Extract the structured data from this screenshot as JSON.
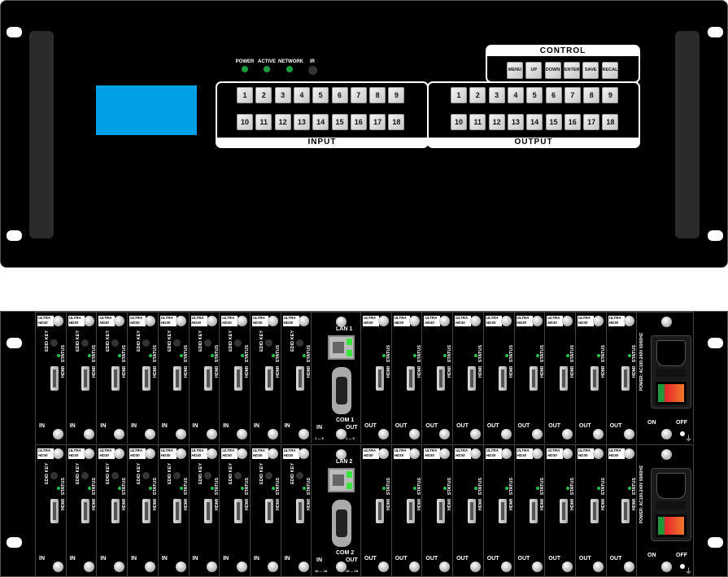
{
  "front": {
    "indicators": [
      {
        "label": "POWER",
        "color": "#1a9e3f"
      },
      {
        "label": "ACTIVE",
        "color": "#1a9e3f"
      },
      {
        "label": "NETWORK",
        "color": "#1a9e3f"
      },
      {
        "label": "IR",
        "color": "#333333"
      }
    ],
    "lcd_color": "#00a0e6",
    "input": {
      "title": "INPUT",
      "buttons": [
        "1",
        "2",
        "3",
        "4",
        "5",
        "6",
        "7",
        "8",
        "9",
        "10",
        "11",
        "12",
        "13",
        "14",
        "15",
        "16",
        "17",
        "18"
      ]
    },
    "output": {
      "title": "OUTPUT",
      "buttons": [
        "1",
        "2",
        "3",
        "4",
        "5",
        "6",
        "7",
        "8",
        "9",
        "10",
        "11",
        "12",
        "13",
        "14",
        "15",
        "16",
        "17",
        "18"
      ]
    },
    "control": {
      "title": "CONTROL",
      "buttons": [
        "MENU",
        "UP",
        "DOWN",
        "ENTER",
        "SAVE",
        "RECALL"
      ]
    }
  },
  "rear": {
    "card": {
      "badge_line1": "ULTRA",
      "badge_line2": "HD30",
      "edid": "EDID KEY",
      "status": "STATUS",
      "hdmi": "HDMI",
      "in": "IN",
      "out": "OUT"
    },
    "input_cards_per_row": 9,
    "output_cards_per_row": 9,
    "rows": [
      {
        "lan": "LAN 1",
        "com": "COM 1",
        "in": "IN",
        "out": "OUT",
        "range_in": "1 — 9",
        "range_out": "1 — 9"
      },
      {
        "lan": "LAN 2",
        "com": "COM 2",
        "in": "IN",
        "out": "OUT",
        "range_in": "10 — 18",
        "range_out": "10 — 18"
      }
    ],
    "power": {
      "rating": "POWER: AC100-240V 50/60HZ",
      "on": "ON",
      "off": "OFF"
    }
  }
}
